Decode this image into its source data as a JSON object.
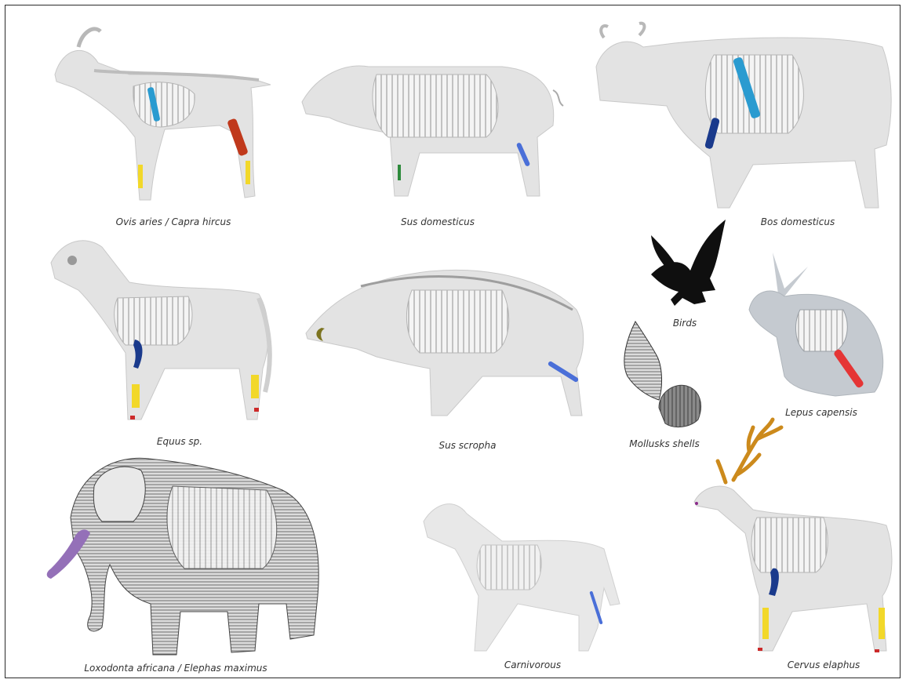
{
  "colors": {
    "silhouette": "#e3e3e3",
    "silhouette_stroke": "#c9c9c9",
    "bone": "#f6f6f6",
    "bone_stroke": "#b5b5b5",
    "hare_fill": "#c5cad0",
    "bird": "#0f0f0f",
    "shell": "#777777",
    "metacarpal_yellow": "#f2d82a",
    "tibia_red": "#c0391c",
    "rib_lightblue": "#2a9bd0",
    "humerus_navy": "#1a3a8c",
    "tibia_blue": "#4a6fd8",
    "radius_green": "#2e8a3c",
    "tusk_olive": "#7c7420",
    "tusk_purple": "#9470b8",
    "antler_orange": "#cc8a1c",
    "toe_red": "#cc2a2a",
    "hare_red": "#e53535"
  },
  "captions": [
    {
      "id": "ovis",
      "text": "Ovis aries / Capra hircus"
    },
    {
      "id": "sus_dom",
      "text": "Sus domesticus"
    },
    {
      "id": "bos",
      "text": "Bos domesticus"
    },
    {
      "id": "birds",
      "text": "Birds"
    },
    {
      "id": "lepus",
      "text": "Lepus capensis"
    },
    {
      "id": "equus",
      "text": "Equus sp."
    },
    {
      "id": "sus_scrofa",
      "text": "Sus scropha"
    },
    {
      "id": "mollusks",
      "text": "Mollusks shells"
    },
    {
      "id": "elephant",
      "text": "Loxodonta africana / Elephas maximus"
    },
    {
      "id": "carnivorous",
      "text": "Carnivorous"
    },
    {
      "id": "cervus",
      "text": "Cervus elaphus"
    }
  ]
}
